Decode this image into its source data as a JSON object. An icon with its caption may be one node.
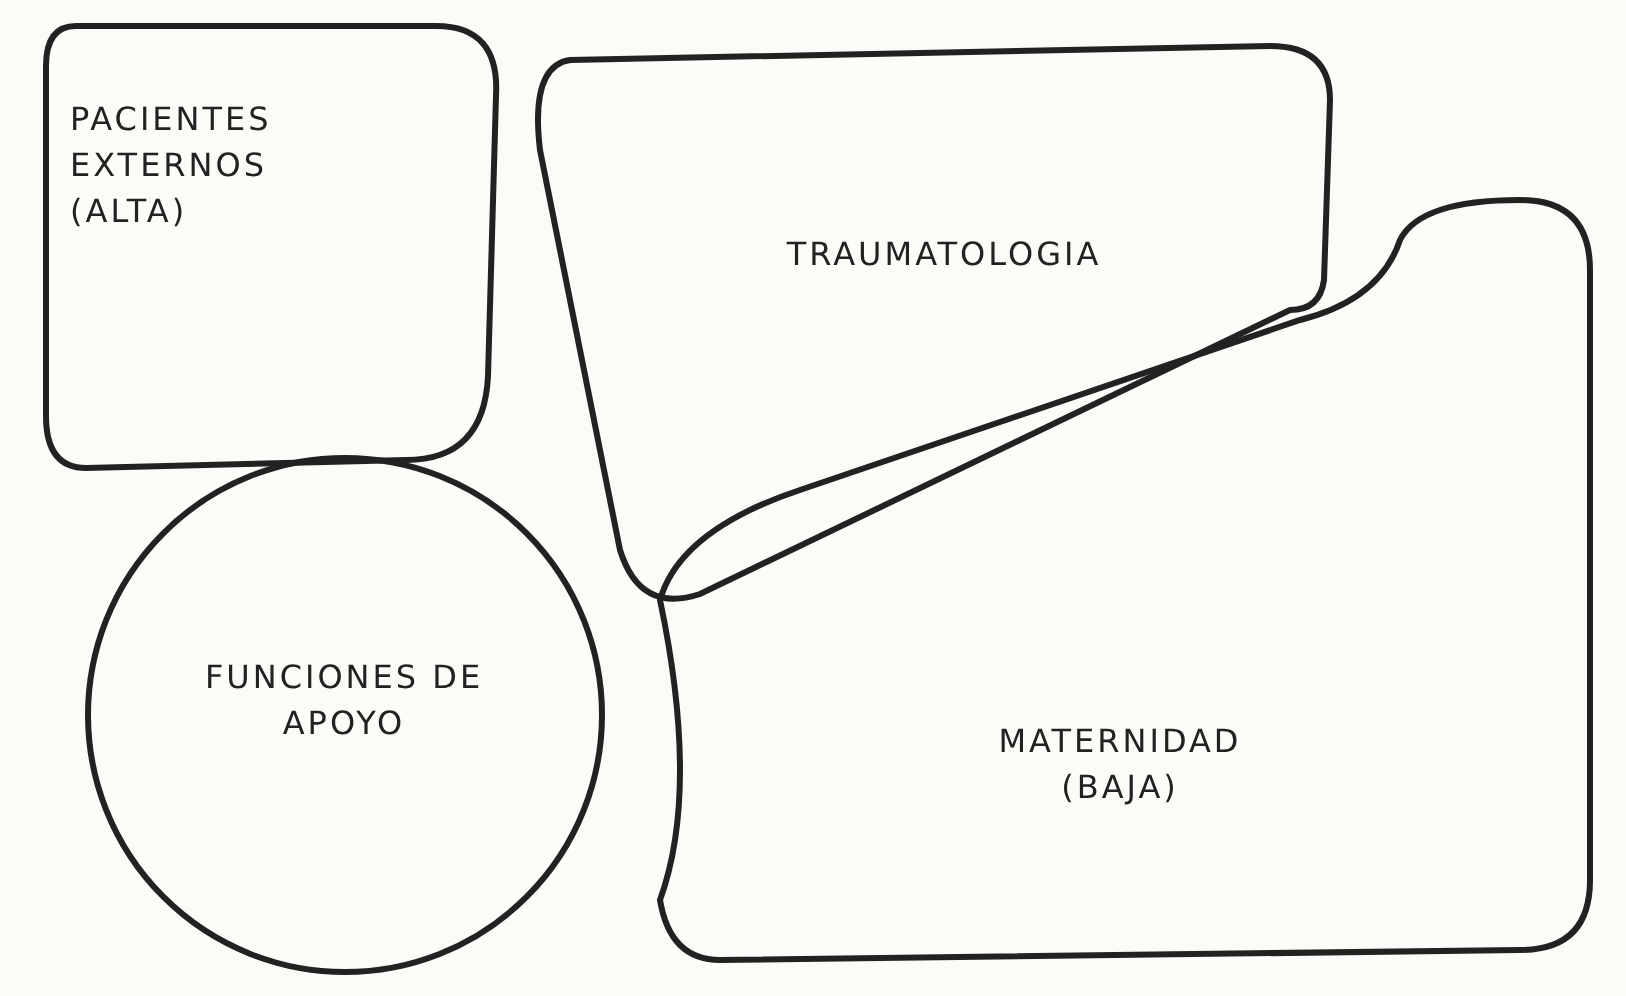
{
  "diagram": {
    "nodes": [
      {
        "text": [
          "PACIENTES EXTERNOS (ALTA)"
        ]
      },
      {
        "text": [
          "TRAUMATOLOGIA"
        ]
      },
      {
        "text": [
          "FUNCIONES DE APOYO"
        ]
      },
      {
        "text": [
          "MATERNIDAD (BAJA)"
        ]
      }
    ]
  }
}
